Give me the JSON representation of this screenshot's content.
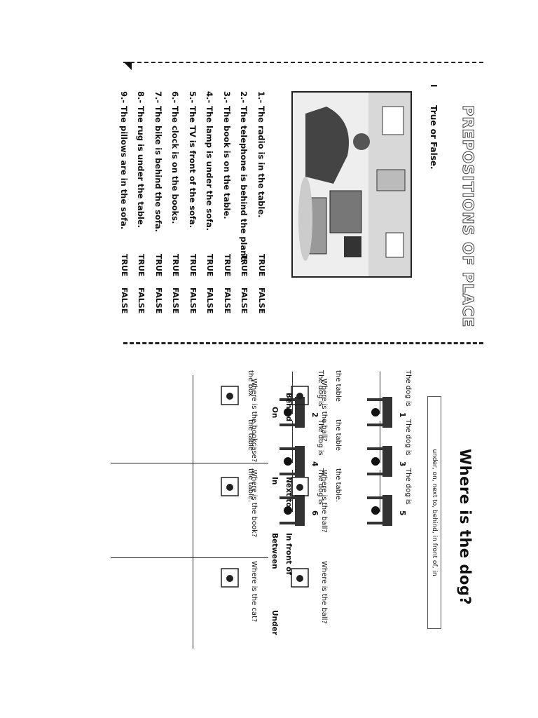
{
  "section1": {
    "title": "PREPOSITIONS OF PLACE",
    "instruction_number": "I",
    "instruction": "True or False.",
    "statements": [
      "1.- The radio is in the table.",
      "2.- The telephone is behind the plant.",
      "3.- The book is on the table.",
      "4.- The lamp is under the sofa.",
      "5.- The TV is front of the sofa.",
      "6.- The clock is on the books.",
      "7.- The bike is behind the sofa.",
      "8.- The rug is under the table.",
      "9.- The pillows are in the sofa."
    ],
    "true_label": "TRUE",
    "false_label": "FALSE"
  },
  "section2": {
    "title": "Where is the dog?",
    "word_bank": "under,  on,  next to,  behind,  in front of,  in",
    "items": [
      {
        "num": "1",
        "prefix": "The dog is",
        "suffix": "the table"
      },
      {
        "num": "2",
        "prefix": "The dog is",
        "suffix": "the box"
      },
      {
        "num": "3",
        "prefix": "The dog is",
        "suffix": "the table"
      },
      {
        "num": "4",
        "prefix": "The dog is",
        "suffix": "the table"
      },
      {
        "num": "5",
        "prefix": "The dog is",
        "suffix": "the table."
      },
      {
        "num": "6",
        "prefix": "The dog is",
        "suffix": "the table."
      }
    ],
    "words": [
      "On",
      "In",
      "Between",
      "Under",
      "Behind",
      "Next to",
      "In front of"
    ],
    "questions": [
      "Where is the ball?",
      "Where is the ball?",
      "Where is the ball?",
      "Where is the bookcase?",
      "Where is the book?",
      "Where is the cat?"
    ]
  }
}
